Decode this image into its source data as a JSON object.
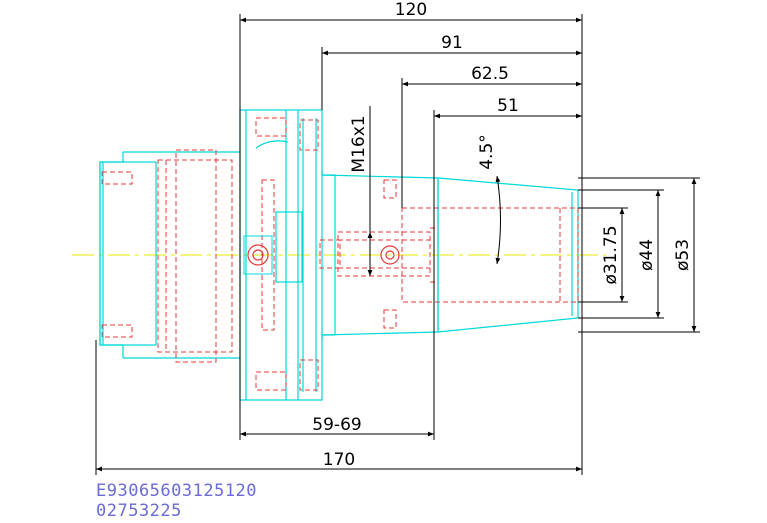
{
  "dimensions": {
    "overall_top": "120",
    "flange_to_tip": "91",
    "bore_depth": "62.5",
    "taper_length": "51",
    "thread": "M16x1",
    "angle": "4.5°",
    "bore_dia": "ø31.75",
    "tip_dia": "ø44",
    "taper_dia": "ø53",
    "clamp_range": "59-69",
    "overall_bottom": "170"
  },
  "part_codes": {
    "line1": "E93065603125120",
    "line2": "02753225"
  },
  "colors": {
    "outline": "#00d8d8",
    "hidden": "#e8383a",
    "centerline": "#e8e800",
    "dimension": "#000000",
    "code_text": "#6a6ad8"
  }
}
